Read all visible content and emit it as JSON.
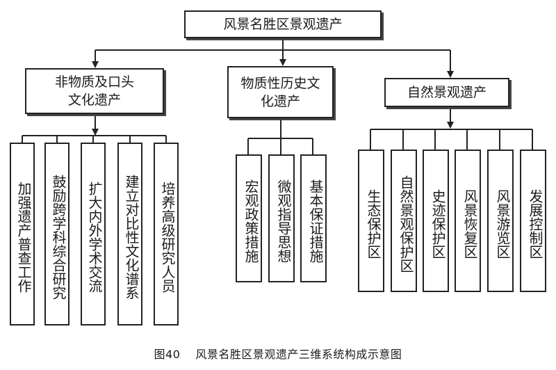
{
  "diagram": {
    "root": "风景名胜区景观遗产",
    "categories": [
      {
        "label": "非物质及口头文化遗产",
        "children": [
          "加强遗产普查工作",
          "鼓励跨学科综合研究",
          "扩大内外学术交流",
          "建立对比性文化谱系",
          "培养高级研究人员"
        ]
      },
      {
        "label": "物质性历史文化遗产",
        "children": [
          "宏观政策措施",
          "微观指导思想",
          "基本保证措施"
        ]
      },
      {
        "label": "自然景观遗产",
        "children": [
          "生态保护区",
          "自然景观保护区",
          "史迹保护区",
          "风景恢复区",
          "风景游览区",
          "发展控制区"
        ]
      }
    ]
  },
  "caption": {
    "figure_number": "图40",
    "text": "风景名胜区景观遗产三维系统构成示意图"
  }
}
